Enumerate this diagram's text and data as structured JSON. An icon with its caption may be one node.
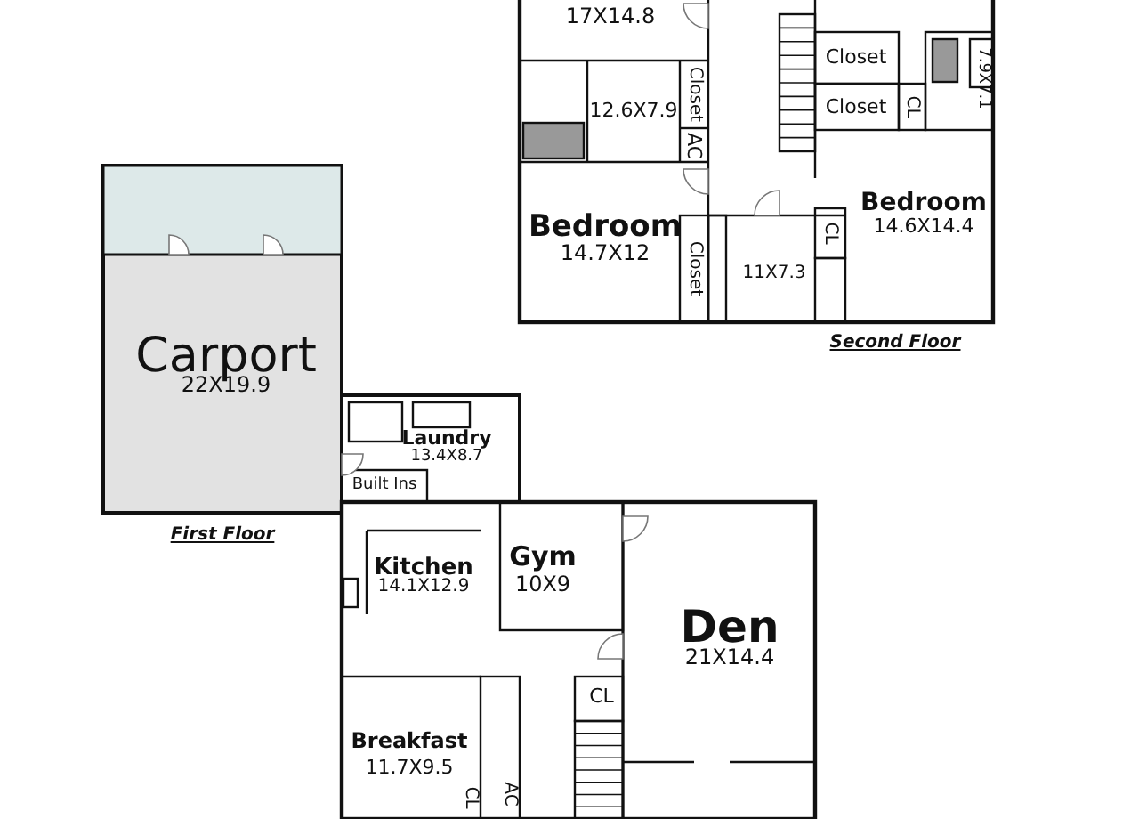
{
  "diagram": {
    "labels": [
      "17X14.8",
      "Closet",
      "12.6X7.9",
      "Closet",
      "AC",
      "7.9X7.1",
      "Closet",
      "CL",
      "Bedroom",
      "14.7X12",
      "Closet",
      "11X7.3",
      "CL",
      "Bedroom",
      "14.6X14.4",
      "Second Floor",
      "Carport",
      "22X19.9",
      "Laundry",
      "13.4X8.7",
      "Built Ins",
      "First Floor",
      "Kitchen",
      "14.1X12.9",
      "Gym",
      "10X9",
      "Den",
      "21X14.4",
      "CL",
      "Breakfast",
      "11.7X9.5",
      "CL",
      "AC"
    ]
  }
}
